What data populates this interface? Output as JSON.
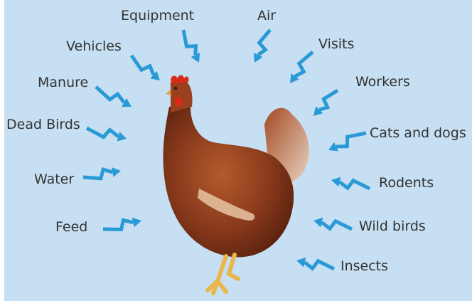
{
  "colors": {
    "background": "#c6dff2",
    "arrow": "#2a9ad6",
    "label_text": "#333333",
    "hen_body": "#8a3a1c"
  },
  "illustration": {
    "subject": "hen",
    "arrow_icon": "zigzag-arrow-icon"
  },
  "sources": [
    {
      "id": "equipment",
      "label": "Equipment"
    },
    {
      "id": "air",
      "label": "Air"
    },
    {
      "id": "vehicles",
      "label": "Vehicles"
    },
    {
      "id": "visits",
      "label": "Visits"
    },
    {
      "id": "manure",
      "label": "Manure"
    },
    {
      "id": "workers",
      "label": "Workers"
    },
    {
      "id": "dead-birds",
      "label": "Dead Birds"
    },
    {
      "id": "cats-and-dogs",
      "label": "Cats and dogs"
    },
    {
      "id": "water",
      "label": "Water"
    },
    {
      "id": "rodents",
      "label": "Rodents"
    },
    {
      "id": "feed",
      "label": "Feed"
    },
    {
      "id": "wild-birds",
      "label": "Wild birds"
    },
    {
      "id": "insects",
      "label": "Insects"
    }
  ]
}
